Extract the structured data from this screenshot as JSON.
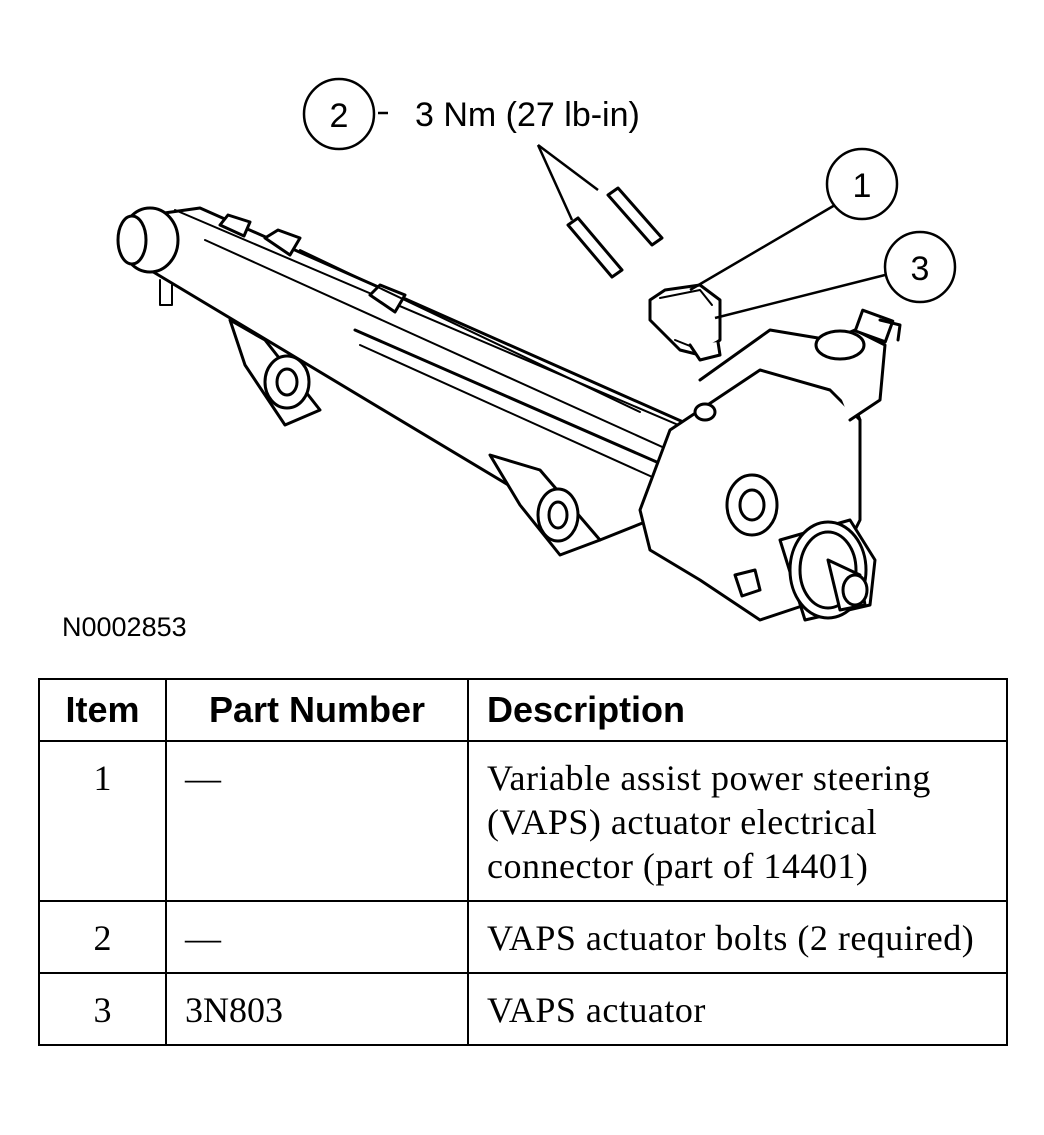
{
  "figure": {
    "callouts": {
      "c1": "1",
      "c2": "2",
      "c3": "3"
    },
    "torque_label": "3 Nm (27 lb-in)",
    "figure_id": "N0002853"
  },
  "table": {
    "headers": {
      "item": "Item",
      "part_number": "Part Number",
      "description": "Description"
    },
    "rows": [
      {
        "item": "1",
        "part_number": "—",
        "description": "Variable assist power steering (VAPS) actuator electrical connector (part of 14401)"
      },
      {
        "item": "2",
        "part_number": "—",
        "description": "VAPS actuator bolts (2 required)"
      },
      {
        "item": "3",
        "part_number": "3N803",
        "description": "VAPS actuator"
      }
    ]
  }
}
